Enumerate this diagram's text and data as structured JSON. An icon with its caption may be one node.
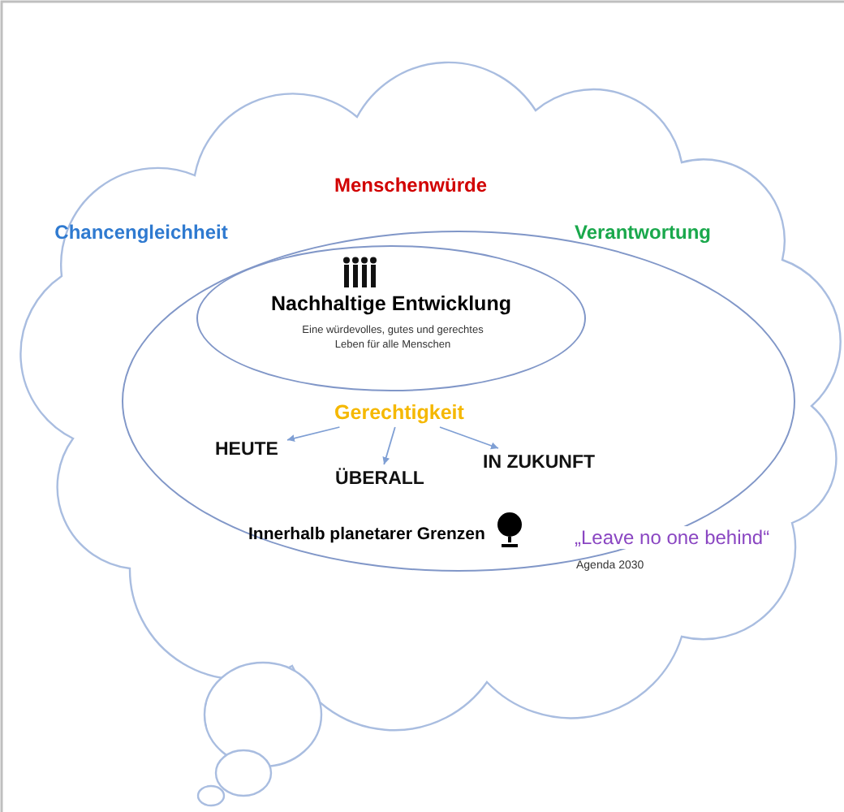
{
  "diagram": {
    "nodes": [
      {
        "text": [],
        "shape": "cloud"
      },
      {
        "text": [
          "Innerhalb planetarer Grenzen"
        ],
        "in": 0
      },
      {
        "text": [
          "Nachhaltige Entwicklung",
          "Eine würdevolles, gutes und gerechtes Leben für alle Menschen"
        ],
        "in": 1
      },
      {
        "text": [
          "Gerechtigkeit"
        ],
        "in": 1
      },
      {
        "text": [
          "HEUTE"
        ],
        "in": 1
      },
      {
        "text": [
          "ÜBERALL"
        ],
        "in": 1
      },
      {
        "text": [
          "IN ZUKUNFT"
        ],
        "in": 1
      }
    ],
    "edges": [
      {
        "from": 3,
        "to": 4,
        "arrow": "to"
      },
      {
        "from": 3,
        "to": 5,
        "arrow": "to"
      },
      {
        "from": 3,
        "to": 6,
        "arrow": "to"
      }
    ],
    "labels": [
      "Menschenwürde",
      "Chancengleichheit",
      "Verantwortung",
      "„Leave no one behind“",
      "Agenda 2030"
    ]
  }
}
